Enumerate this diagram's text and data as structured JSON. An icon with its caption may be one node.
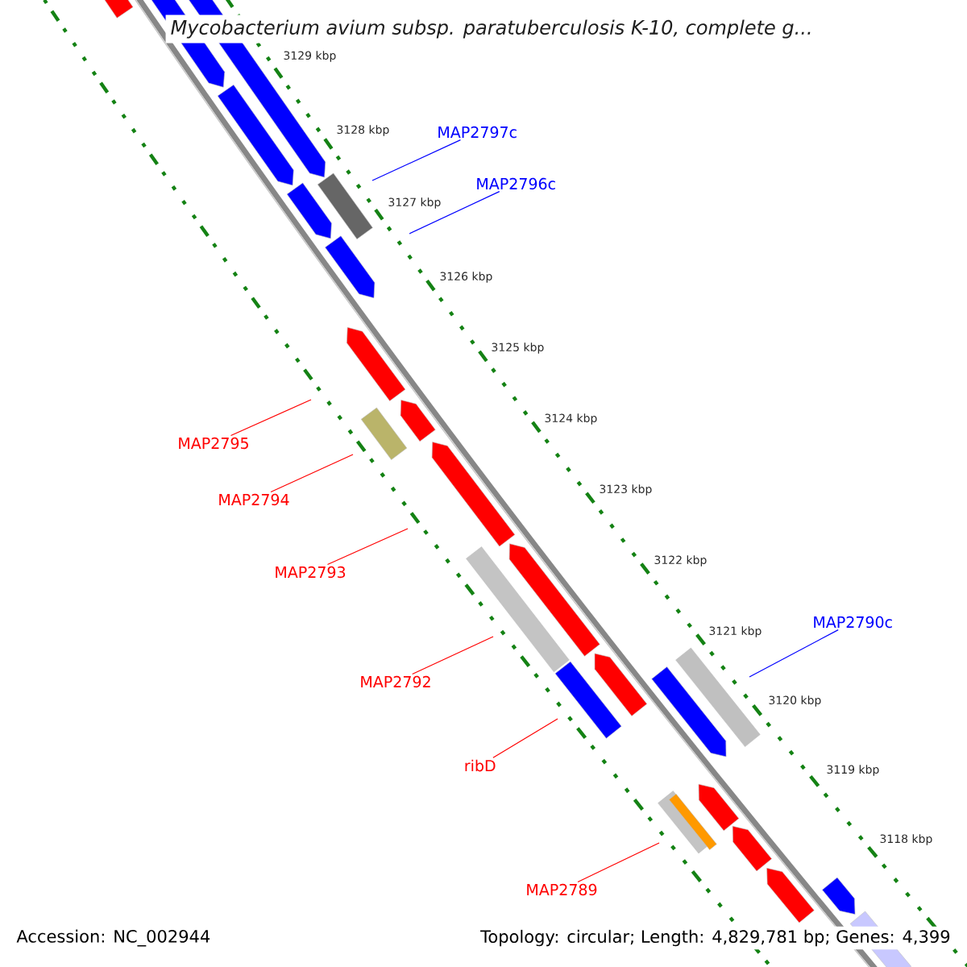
{
  "diagram": {
    "title": "Mycobacterium avium subsp. paratuberculosis K-10, complete g...",
    "nodes": [
      {
        "text": [
          "MAP2797c"
        ]
      },
      {
        "text": [
          "MAP2796c"
        ]
      },
      {
        "text": [
          "MAP2795"
        ]
      },
      {
        "text": [
          "MAP2794"
        ]
      },
      {
        "text": [
          "MAP2793"
        ]
      },
      {
        "text": [
          "MAP2790c"
        ]
      },
      {
        "text": [
          "MAP2792"
        ]
      },
      {
        "text": [
          "ribD"
        ]
      },
      {
        "text": [
          "MAP2789"
        ]
      }
    ],
    "edges": [
      {
        "from": 0,
        "to": null,
        "arrow": "none",
        "color": "#0000ff"
      },
      {
        "from": 1,
        "to": null,
        "arrow": "none",
        "color": "#0000ff"
      },
      {
        "from": 2,
        "to": null,
        "arrow": "none"
      },
      {
        "from": 3,
        "to": null,
        "arrow": "none"
      },
      {
        "from": 4,
        "to": null,
        "arrow": "none"
      },
      {
        "from": 5,
        "to": null,
        "arrow": "none",
        "color": "#0000ff"
      },
      {
        "from": 6,
        "to": null,
        "arrow": "none"
      },
      {
        "from": 7,
        "to": null,
        "arrow": "none"
      },
      {
        "from": 8,
        "to": null,
        "arrow": "none"
      }
    ],
    "labels": [
      "3129 kbp",
      "3128 kbp",
      "3127 kbp",
      "3126 kbp",
      "3125 kbp",
      "3124 kbp",
      "3123 kbp",
      "3122 kbp",
      "3121 kbp",
      "3120 kbp",
      "3119 kbp",
      "3118 kbp",
      "Accession: NC_002944",
      "Topology: circular; Length: 4,829,781 bp; Genes: 4,399"
    ]
  }
}
